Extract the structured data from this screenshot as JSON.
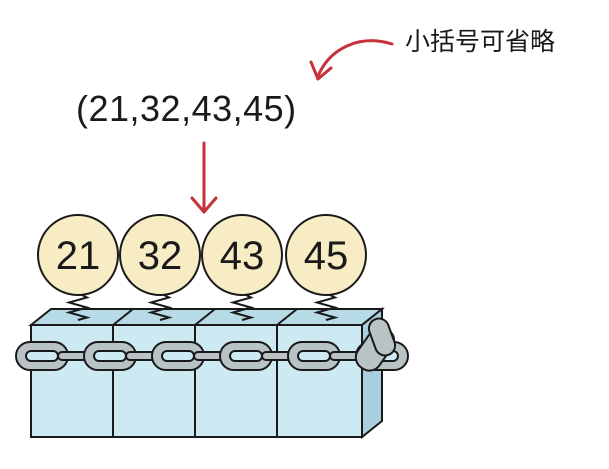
{
  "annotation": {
    "text": "小括号可省略"
  },
  "tuple_text": "(21,32,43,45)",
  "balls": [
    {
      "label": "21"
    },
    {
      "label": "32"
    },
    {
      "label": "43"
    },
    {
      "label": "45"
    }
  ],
  "colors": {
    "arrow": "#c6313a",
    "ball_fill": "#f7ecc4",
    "box_front": "#cde9f2",
    "box_top": "#b6dae6",
    "box_side": "#a7cfdd",
    "chain": "#b9c3c6",
    "outline": "#1a1a1a"
  }
}
